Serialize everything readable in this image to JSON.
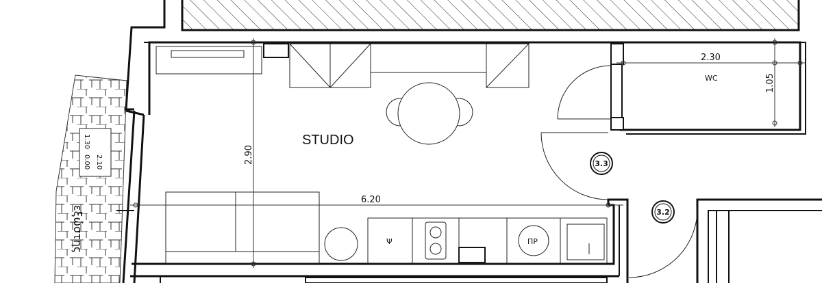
{
  "rooms": {
    "studio": "STUDIO",
    "wc": "WC"
  },
  "dimensions": {
    "studio_width": "6.20",
    "studio_depth": "2.90",
    "wc_width": "2.30",
    "wc_depth": "1.05"
  },
  "tags": {
    "door_a": "3.3",
    "door_b": "3.2"
  },
  "fixtures": {
    "fridge_symbol": "Ψ",
    "oven_symbol": "ΠΡ"
  },
  "balcony": {
    "label": "εξώστης",
    "level_a": "1.30",
    "level_b": "2.10",
    "level_c": "0.00"
  }
}
